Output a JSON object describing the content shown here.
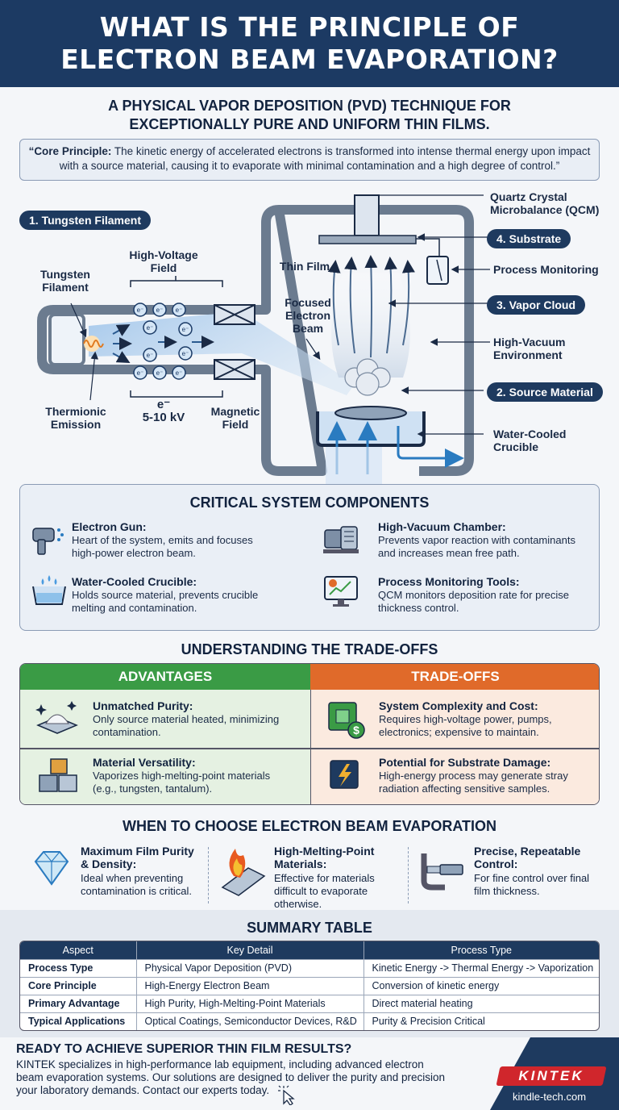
{
  "header": {
    "title_line1": "WHAT IS THE PRINCIPLE OF",
    "title_line2": "ELECTRON BEAM EVAPORATION?"
  },
  "subtitle": {
    "line1": "A PHYSICAL VAPOR DEPOSITION (PVD) TECHNIQUE FOR",
    "line2": "EXCEPTIONALLY PURE AND UNIFORM THIN FILMS."
  },
  "quote": {
    "lead": "“Core Principle:",
    "text": " The kinetic energy of accelerated electrons is transformed into intense thermal energy upon impact with a source material, causing it to evaporate with minimal contamination and a high degree of control.”"
  },
  "diagram": {
    "pill_filament": "1. Tungsten Filament",
    "pill_source": "2. Source Material",
    "pill_vapor": "3. Vapor Cloud",
    "pill_substrate": "4. Substrate",
    "tungsten_filament": [
      "Tungsten",
      "Filament"
    ],
    "high_voltage_field": [
      "High-Voltage",
      "Field"
    ],
    "thermionic_emission": [
      "Thermionic",
      "Emission"
    ],
    "electron_symbol": "e⁻",
    "voltage": "5-10 kV",
    "magnetic_field": [
      "Magnetic",
      "Field"
    ],
    "thin_film": "Thin Film",
    "focused_beam": [
      "Focused",
      "Electron",
      "Beam"
    ],
    "qcm": [
      "Quartz Crystal",
      "Microbalance (QCM)"
    ],
    "process_monitoring": "Process Monitoring",
    "high_vacuum": [
      "High-Vacuum",
      "Environment"
    ],
    "water_cooled": [
      "Water-Cooled",
      "Crucible"
    ],
    "electron": "e⁻"
  },
  "components": {
    "title": "CRITICAL SYSTEM COMPONENTS",
    "items": [
      {
        "title": "Electron Gun:",
        "desc": [
          "Heart of the system, emits and focuses",
          "high-power electron beam."
        ],
        "icon": "electron-gun-icon"
      },
      {
        "title": "High-Vacuum Chamber:",
        "desc": [
          "Prevents vapor reaction with contaminants",
          "and increases mean free path."
        ],
        "icon": "vacuum-pump-icon"
      },
      {
        "title": "Water-Cooled Crucible:",
        "desc": [
          "Holds source material, prevents crucible",
          "melting and contamination."
        ],
        "icon": "crucible-icon"
      },
      {
        "title": "Process Monitoring Tools:",
        "desc": [
          "QCM monitors deposition rate for precise",
          "thickness control."
        ],
        "icon": "monitor-chart-icon"
      }
    ]
  },
  "tradeoffs": {
    "title": "UNDERSTANDING THE TRADE-OFFS",
    "advantages_label": "ADVANTAGES",
    "tradeoffs_label": "TRADE-OFFS",
    "advantages": [
      {
        "title": "Unmatched Purity:",
        "desc": [
          "Only source material heated, minimizing",
          "contamination."
        ]
      },
      {
        "title": "Material Versatility:",
        "desc": [
          "Vaporizes high-melting-point materials",
          "(e.g., tungsten, tantalum)."
        ]
      }
    ],
    "tradeoffs": [
      {
        "title": "System Complexity and Cost:",
        "desc": [
          "Requires high-voltage power, pumps,",
          "electronics; expensive to maintain."
        ]
      },
      {
        "title": "Potential for Substrate Damage:",
        "desc": [
          "High-energy process may generate stray",
          "radiation affecting sensitive samples."
        ]
      }
    ]
  },
  "when": {
    "title": "WHEN TO CHOOSE ELECTRON BEAM EVAPORATION",
    "items": [
      {
        "title": [
          "Maximum Film Purity",
          "& Density:"
        ],
        "desc": [
          "Ideal when preventing",
          "contamination is critical."
        ]
      },
      {
        "title": [
          "High-Melting-Point",
          "Materials:"
        ],
        "desc": [
          "Effective for materials",
          "difficult to evaporate",
          "otherwise."
        ]
      },
      {
        "title": [
          "Precise, Repeatable",
          "Control:"
        ],
        "desc": [
          "For fine control over final",
          "film thickness."
        ]
      }
    ]
  },
  "summary": {
    "title": "SUMMARY TABLE",
    "headers": [
      "Aspect",
      "Key Detail",
      "Process Type"
    ],
    "rows": [
      [
        "Process Type",
        "Physical Vapor Deposition (PVD)",
        "Kinetic Energy -> Thermal Energy -> Vaporization"
      ],
      [
        "Core Principle",
        "High-Energy Electron Beam",
        "Conversion of kinetic energy"
      ],
      [
        "Primary Advantage",
        "High Purity, High-Melting-Point Materials",
        "Direct material heating"
      ],
      [
        "Typical Applications",
        "Optical Coatings, Semiconductor Devices, R&D",
        "Purity & Precision Critical"
      ]
    ]
  },
  "cta": {
    "title": "READY TO ACHIEVE SUPERIOR THIN FILM RESULTS?",
    "lines": [
      "KINTEK specializes in high-performance lab equipment, including advanced electron",
      "beam evaporation systems. Our solutions are designed to deliver the purity and precision",
      "your laboratory demands. Contact our experts today."
    ]
  },
  "brand": {
    "logo": "KINTEK",
    "url": "kindle-tech.com"
  }
}
